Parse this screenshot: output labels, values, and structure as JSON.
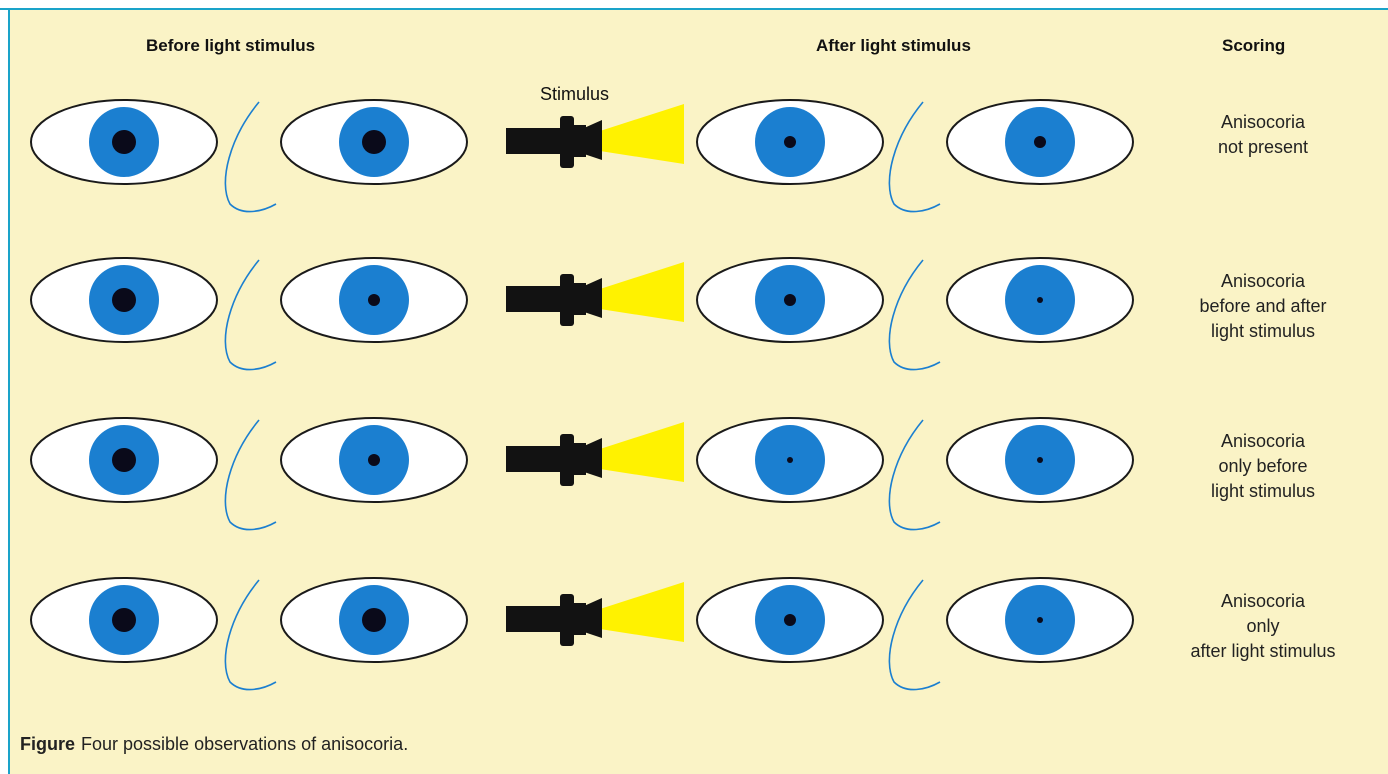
{
  "headers": {
    "before": "Before light stimulus",
    "after": "After light stimulus",
    "scoring": "Scoring"
  },
  "stimulus_label": "Stimulus",
  "caption": {
    "label": "Figure",
    "text": "Four possible observations of anisocoria."
  },
  "colors": {
    "background": "#faf3c6",
    "border": "#1aa3c9",
    "iris": "#1b7fd0",
    "pupil": "#0a0a1a",
    "light_beam": "#fff200",
    "flashlight": "#121212"
  },
  "rows": [
    {
      "scoring": [
        "Anisocoria",
        "not present"
      ],
      "pupils": {
        "before_right": "large",
        "before_left": "large",
        "after_right": "small",
        "after_left": "small"
      }
    },
    {
      "scoring": [
        "Anisocoria",
        "before and after",
        "light stimulus"
      ],
      "pupils": {
        "before_right": "large",
        "before_left": "small",
        "after_right": "small",
        "after_left": "pinpoint"
      }
    },
    {
      "scoring": [
        "Anisocoria",
        "only before",
        "light stimulus"
      ],
      "pupils": {
        "before_right": "large",
        "before_left": "small",
        "after_right": "pinpoint",
        "after_left": "pinpoint"
      }
    },
    {
      "scoring": [
        "Anisocoria",
        "only",
        "after light stimulus"
      ],
      "pupils": {
        "before_right": "large",
        "before_left": "large",
        "after_right": "small",
        "after_left": "pinpoint"
      }
    }
  ]
}
